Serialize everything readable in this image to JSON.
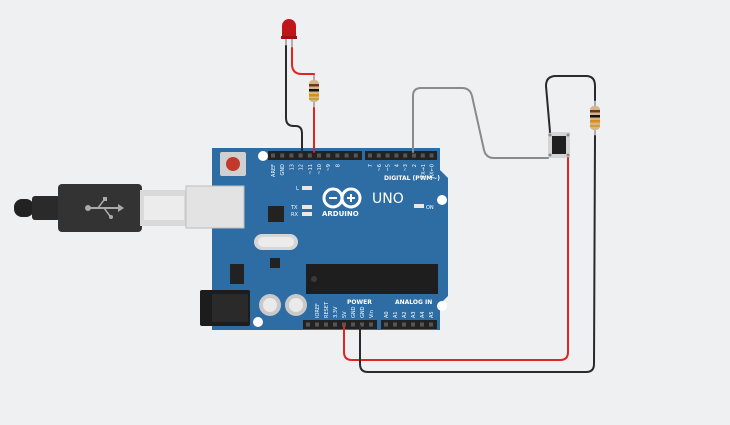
{
  "board": {
    "logo_text": "ARDUINO",
    "model": "UNO",
    "digital_header": "DIGITAL (PWM~)",
    "power_header": "POWER",
    "analog_header": "ANALOG IN",
    "on_label": "ON",
    "led_l": "L",
    "led_tx": "TX",
    "led_rx": "RX",
    "top_pins": [
      "AREF",
      "GND",
      "13",
      "12",
      "~11",
      "~10",
      "~9",
      "8",
      "7",
      "~6",
      "~5",
      "4",
      "~3",
      "2",
      "TX→1",
      "RX←0"
    ],
    "power_pins": [
      "IOREF",
      "RESET",
      "3.3V",
      "5V",
      "GND",
      "GND",
      "Vin"
    ],
    "analog_pins": [
      "A0",
      "A1",
      "A2",
      "A3",
      "A4",
      "A5"
    ]
  },
  "colors": {
    "board": "#2e6da4",
    "wire_red": "#e0241f",
    "wire_black": "#2a2a2a",
    "wire_gray": "#8a8a8a",
    "led": "#c0151a"
  },
  "components": {
    "led": "red-led",
    "resistors": [
      "led-resistor",
      "button-resistor"
    ],
    "button": "push-button",
    "usb": "usb-cable"
  }
}
